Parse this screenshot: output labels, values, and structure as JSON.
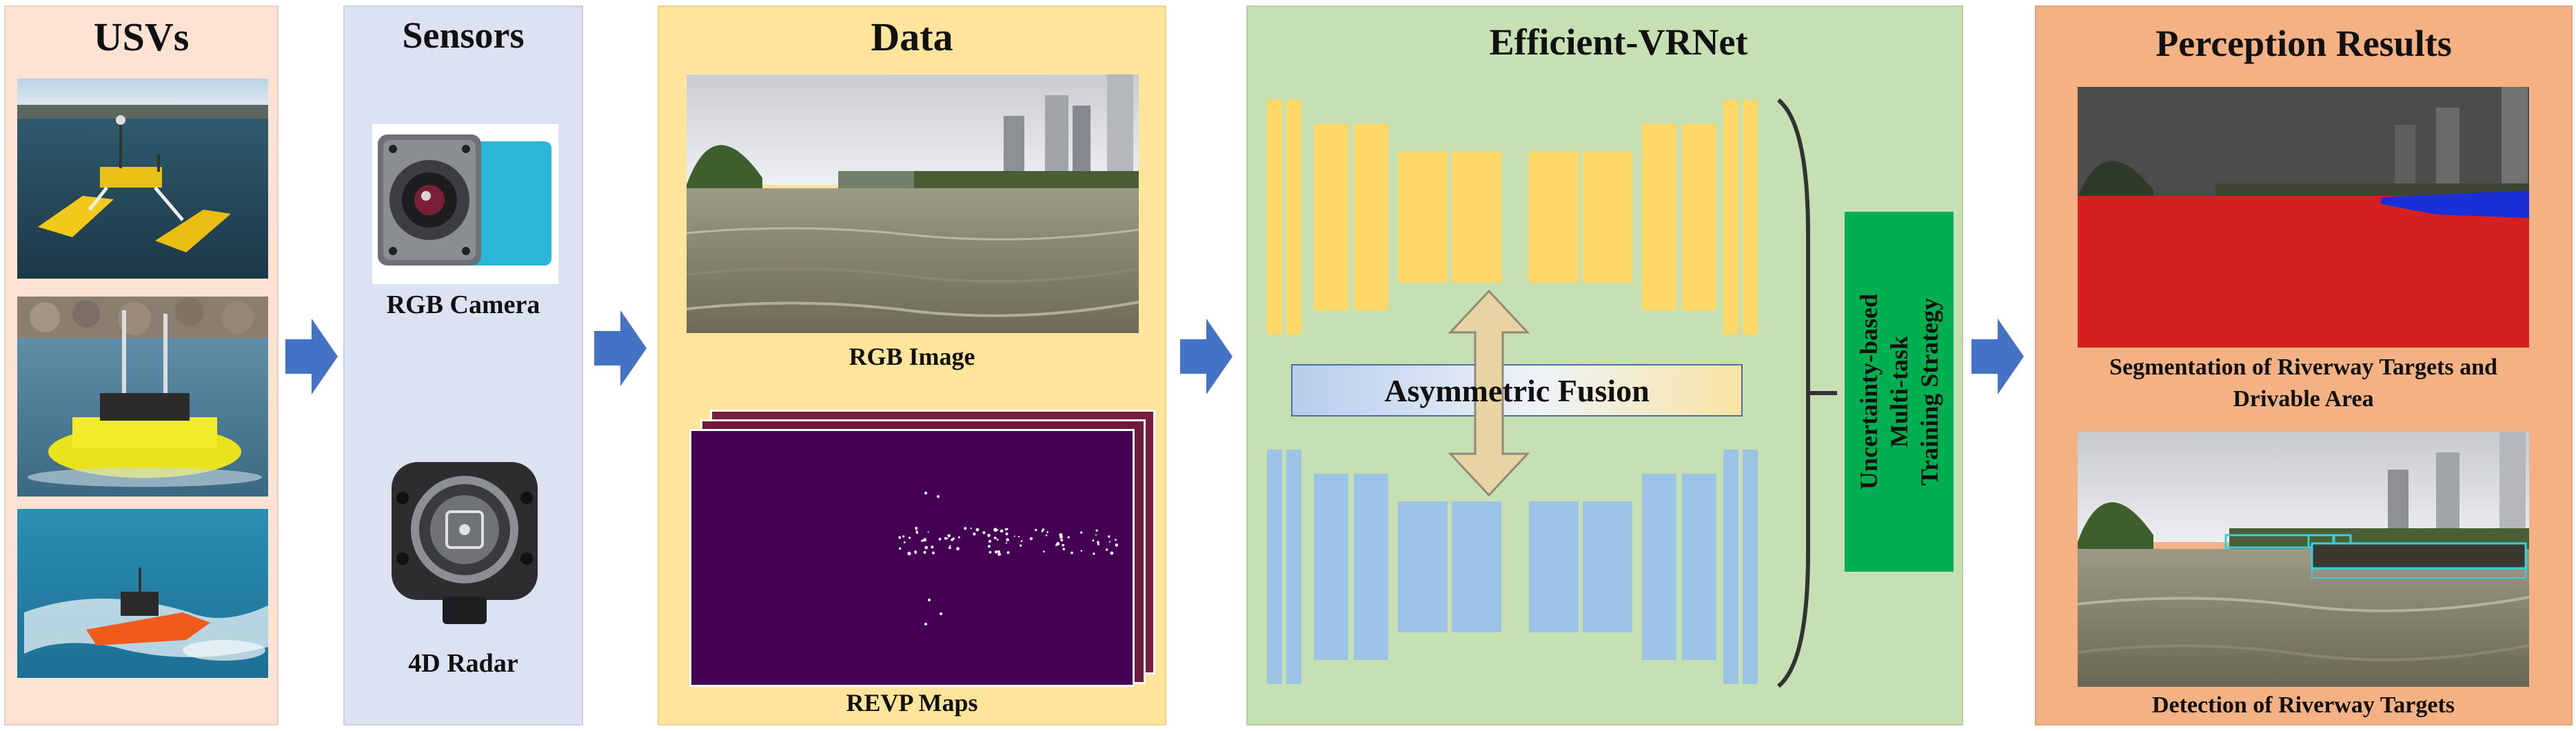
{
  "panels": {
    "usvs": {
      "title": "USVs"
    },
    "sensors": {
      "title": "Sensors",
      "camera_label": "RGB Camera",
      "radar_label": "4D Radar"
    },
    "data": {
      "title": "Data",
      "rgb_label": "RGB Image",
      "revp_label": "REVP Maps"
    },
    "network": {
      "title": "Efficient-VRNet",
      "fusion_label": "Asymmetric Fusion",
      "strategy_line1": "Uncertainty-based",
      "strategy_line2": "Multi-task",
      "strategy_line3": "Training Strategy"
    },
    "results": {
      "title": "Perception Results",
      "seg_label": "Segmentation of Riverway Targets and Drivable Area",
      "det_label": "Detection of Riverway Targets"
    }
  },
  "colors": {
    "usvs_bg": "#fbe2d3",
    "sensors_bg": "#dde2f3",
    "data_bg": "#ffe49c",
    "network_bg": "#c6e0b4",
    "results_bg": "#f4b183",
    "arrow": "#4472c4",
    "encoder_yellow": "#ffd766",
    "decoder_blue": "#9dc3e6",
    "strategy_green": "#00b050",
    "revp_bg": "#440154",
    "seg_water": "#d62020",
    "seg_obstacle": "#1a2fd6",
    "det_box": "#35d0e0"
  }
}
